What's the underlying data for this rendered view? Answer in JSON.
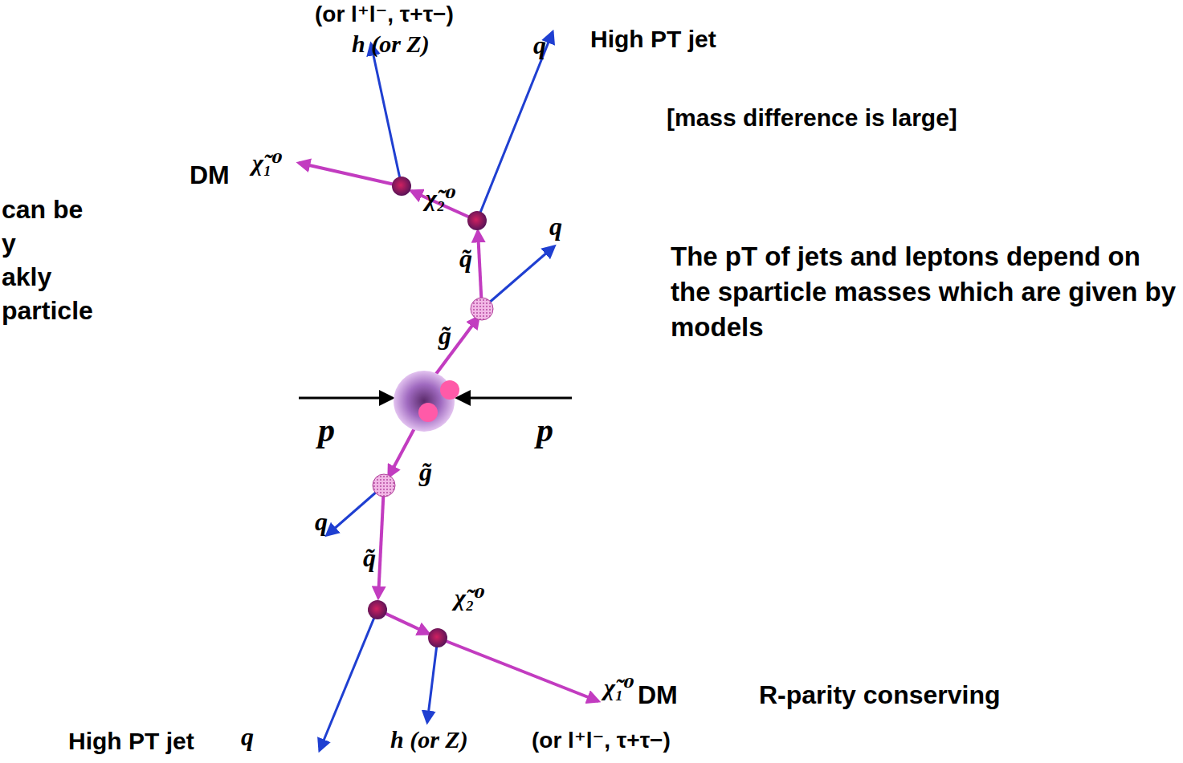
{
  "diagram": {
    "labels": [
      "(or l⁺l⁻, τ+τ−)",
      "h (or Z)",
      "q",
      "High PT jet",
      "[mass difference is large]",
      "DM",
      "χ̃₁⁰",
      "χ̃₂⁰",
      "can be",
      "y",
      "akly",
      "particle",
      "q",
      "q̃",
      "The pT of jets and leptons depend on the sparticle masses which are given by models",
      "g̃",
      "p",
      "p",
      "g̃",
      "q",
      "q̃",
      "χ̃₂⁰",
      "χ̃₁⁰",
      "DM",
      "R-parity conserving",
      "High PT jet",
      "q",
      "h (or Z)",
      "(or l⁺l⁻, τ+τ−)"
    ]
  }
}
